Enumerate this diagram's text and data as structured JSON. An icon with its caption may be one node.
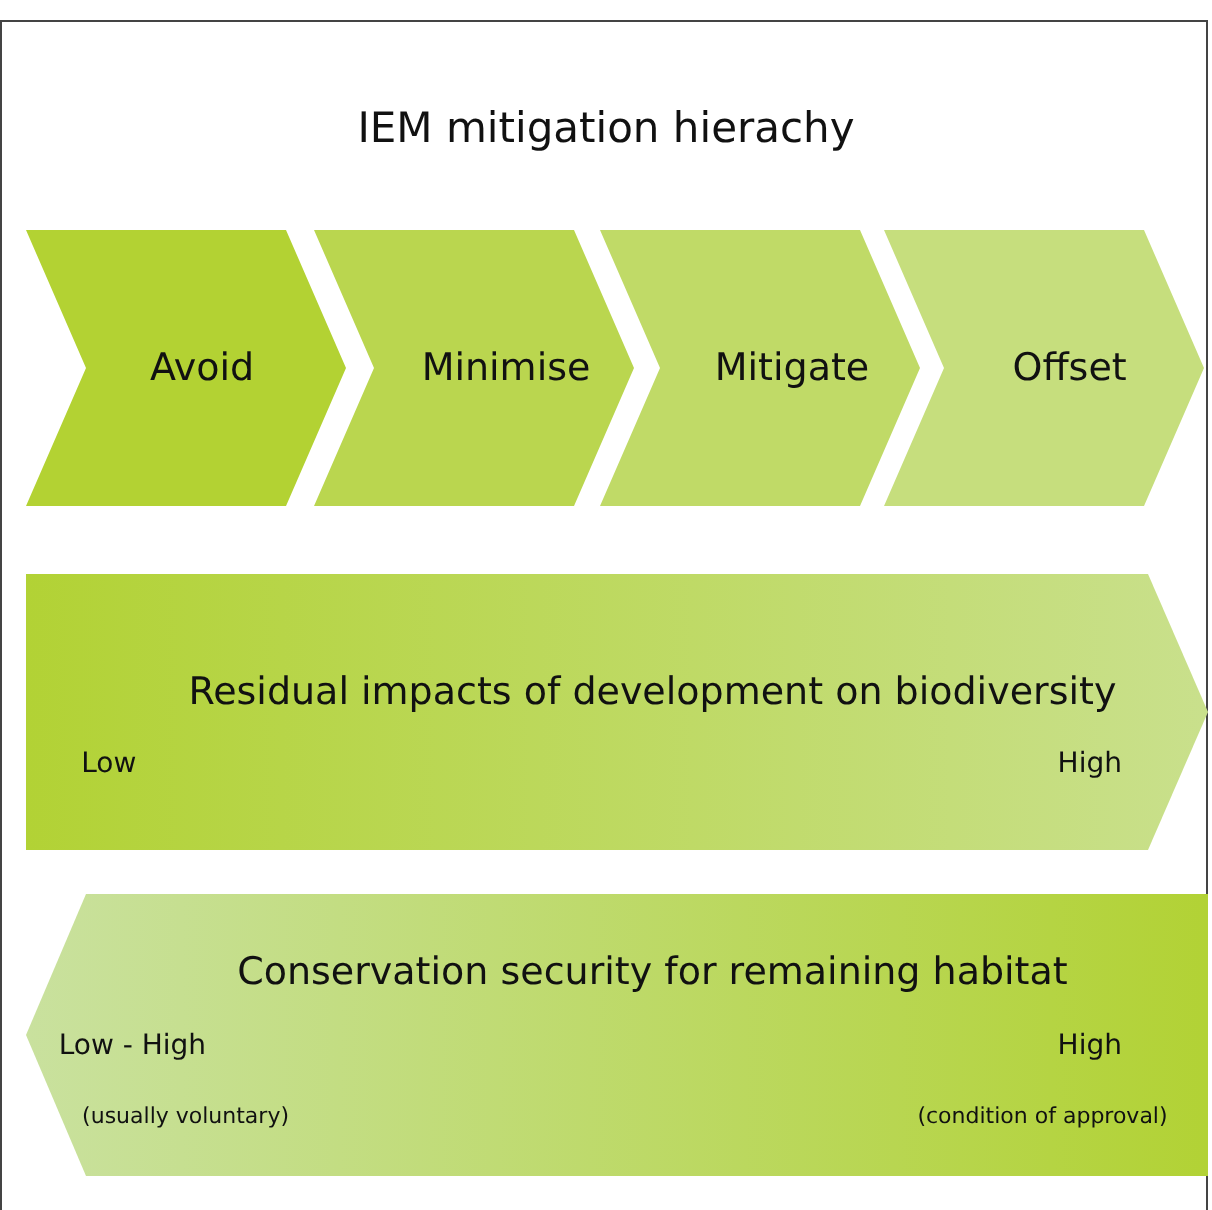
{
  "diagram": {
    "title": "IEM mitigation hierachy",
    "nodes": [
      {
        "text": [
          "Avoid"
        ]
      },
      {
        "text": [
          "Minimise"
        ]
      },
      {
        "text": [
          "Mitigate"
        ]
      },
      {
        "text": [
          "Offset"
        ]
      },
      {
        "text": [
          "Residual impacts of development on biodiversity",
          "Low",
          "High"
        ]
      },
      {
        "text": [
          "Conservation security for remaining habitat",
          "Low - High",
          "High",
          "(usually voluntary)",
          "(condition of approval)"
        ]
      }
    ]
  }
}
